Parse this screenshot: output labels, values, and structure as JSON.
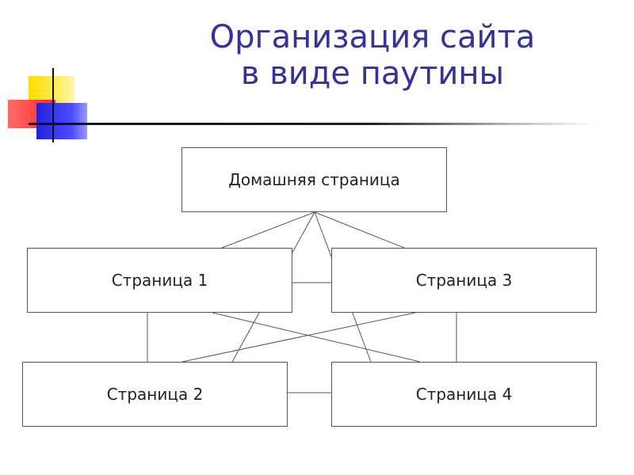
{
  "title": {
    "line1": "Организация сайта",
    "line2": "в виде паутины"
  },
  "logo": {
    "icon": "colored-squares-logo-icon",
    "colors": {
      "yellow": "#ffdd00",
      "red": "#ff3333",
      "blue": "#3333ee"
    }
  },
  "diagram": {
    "nodes": {
      "home": "Домашняя страница",
      "page1": "Страница 1",
      "page2": "Страница 2",
      "page3": "Страница 3",
      "page4": "Страница 4"
    },
    "edges": [
      [
        "home",
        "page1"
      ],
      [
        "home",
        "page2"
      ],
      [
        "home",
        "page3"
      ],
      [
        "home",
        "page4"
      ],
      [
        "page1",
        "page2"
      ],
      [
        "page1",
        "page3"
      ],
      [
        "page1",
        "page4"
      ],
      [
        "page3",
        "page2"
      ],
      [
        "page3",
        "page4"
      ],
      [
        "page2",
        "page4"
      ]
    ],
    "colors": {
      "title": "#333399",
      "line": "#555555"
    }
  }
}
